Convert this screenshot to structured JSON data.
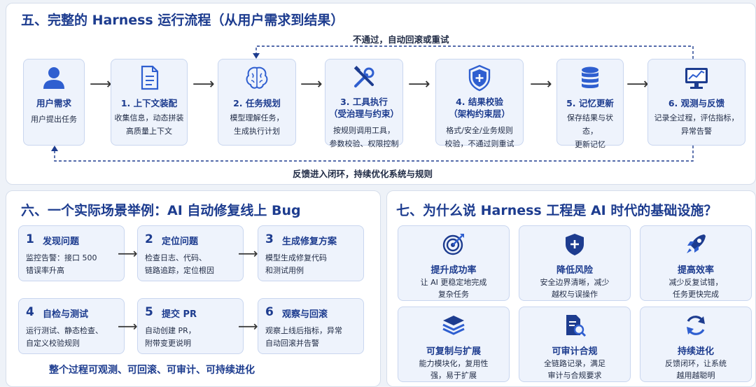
{
  "section5": {
    "title": "五、完整的 Harness 运行流程（从用户需求到结果）",
    "top_loop": "不通过，自动回滚或重试",
    "bottom_loop": "反馈进入闭环，持续优化系统与规则",
    "steps": [
      {
        "icon": "user-icon",
        "title": "用户需求",
        "desc": "用户提出任务"
      },
      {
        "icon": "document-icon",
        "title": "1. 上下文装配",
        "desc": "收集信息，动态拼装\n高质量上下文"
      },
      {
        "icon": "brain-icon",
        "title": "2. 任务规划",
        "desc": "模型理解任务，\n生成执行计划"
      },
      {
        "icon": "tools-icon",
        "title": "3. 工具执行\n（受治理与约束）",
        "desc": "按规则调用工具，\n参数校验、权限控制"
      },
      {
        "icon": "shield-icon",
        "title": "4. 结果校验\n（架构约束层）",
        "desc": "格式/安全/业务规则\n校验，不通过则重试"
      },
      {
        "icon": "database-icon",
        "title": "5. 记忆更新",
        "desc": "保存结果与状态，\n更新记忆"
      },
      {
        "icon": "monitor-icon",
        "title": "6. 观测与反馈",
        "desc": "记录全过程，评估指标，\n异常告警"
      }
    ]
  },
  "section6": {
    "title": "六、一个实际场景举例：AI 自动修复线上 Bug",
    "cards": [
      {
        "num": "1",
        "title": "发现问题",
        "desc": "监控告警：接口 500\n错误率升高"
      },
      {
        "num": "2",
        "title": "定位问题",
        "desc": "检查日志、代码、\n链路追踪，定位根因"
      },
      {
        "num": "3",
        "title": "生成修复方案",
        "desc": "模型生成修复代码\n和测试用例"
      },
      {
        "num": "4",
        "title": "自检与测试",
        "desc": "运行测试、静态检查、\n自定义校验规则"
      },
      {
        "num": "5",
        "title": "提交 PR",
        "desc": "自动创建 PR，\n附带变更说明"
      },
      {
        "num": "6",
        "title": "观察与回滚",
        "desc": "观察上线后指标，异常\n自动回滚并告警"
      }
    ],
    "summary": "整个过程可观测、可回滚、可审计、可持续进化"
  },
  "section7": {
    "title": "七、为什么说 Harness 工程是 AI 时代的基础设施？",
    "cards": [
      {
        "icon": "target-icon",
        "title": "提升成功率",
        "desc": "让 AI 更稳定地完成\n复杂任务"
      },
      {
        "icon": "shield-plus-icon",
        "title": "降低风险",
        "desc": "安全边界清晰，减少\n越权与误操作"
      },
      {
        "icon": "rocket-icon",
        "title": "提高效率",
        "desc": "减少反复试错，\n任务更快完成"
      },
      {
        "icon": "layers-icon",
        "title": "可复制与扩展",
        "desc": "能力模块化，复用性\n强，易于扩展"
      },
      {
        "icon": "audit-icon",
        "title": "可审计合规",
        "desc": "全链路记录，满足\n审计与合规要求"
      },
      {
        "icon": "refresh-icon",
        "title": "持续进化",
        "desc": "反馈闭环，让系统\n越用越聪明"
      }
    ]
  },
  "colors": {
    "accent": "#1d3c8f",
    "card_bg": "#eef3fc",
    "icon_blue": "#2f5fd0"
  }
}
